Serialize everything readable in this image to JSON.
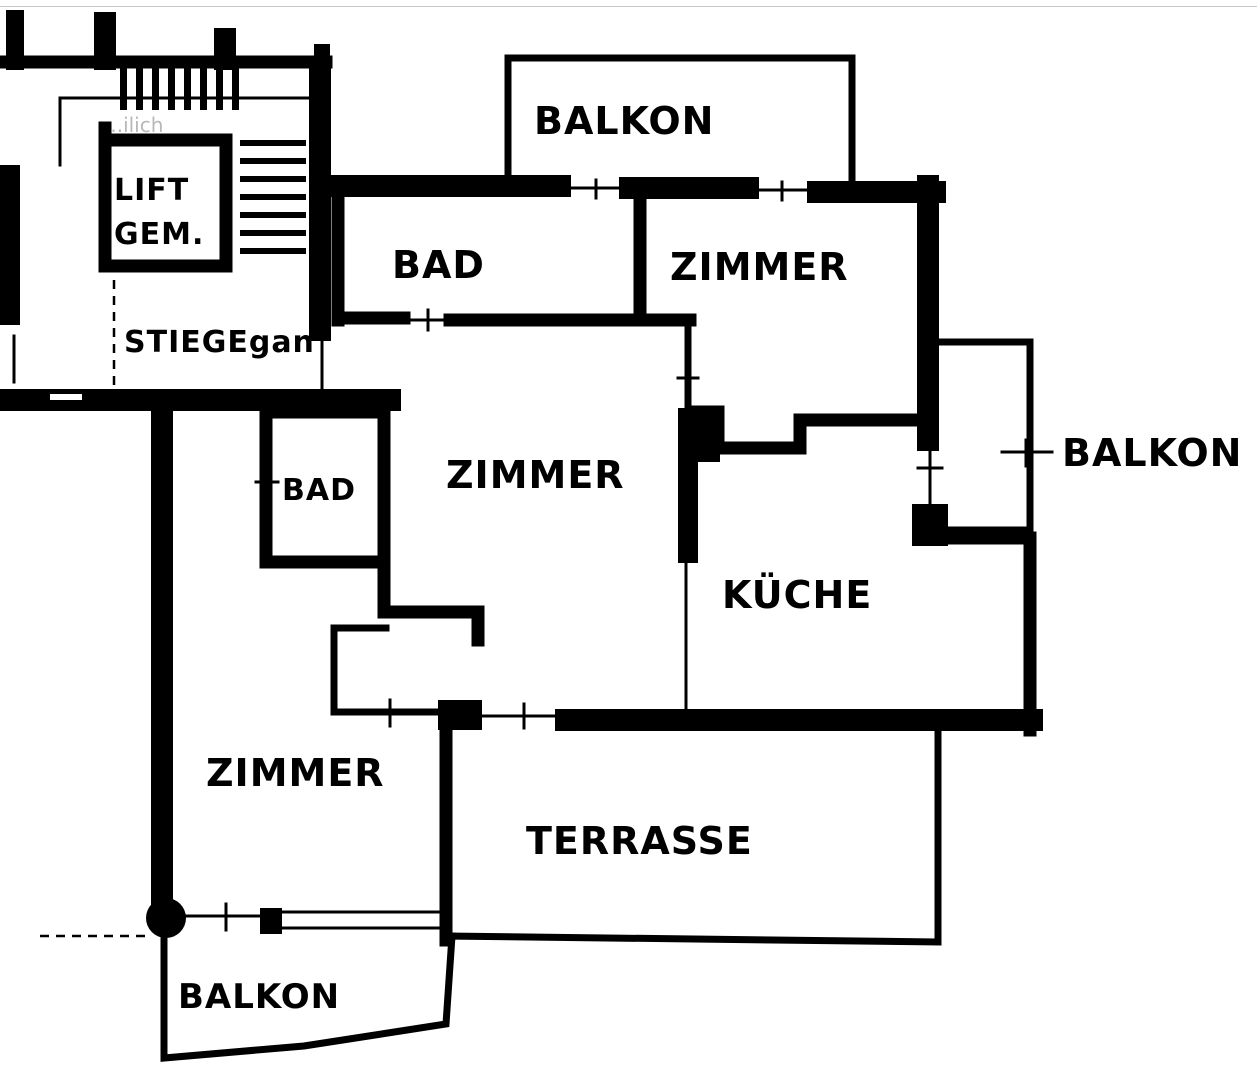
{
  "floor_plan": {
    "rooms": {
      "balkon_top": "BALKON",
      "bad_top": "BAD",
      "zimmer_top": "ZIMMER",
      "lift": "LIFT",
      "lift_sub": "GEM.",
      "stiege": "STIEGEgan",
      "balkon_right": "BALKON",
      "bad_small": "BAD",
      "zimmer_center": "ZIMMER",
      "kueche": "KÜCHE",
      "zimmer_left": "ZIMMER",
      "terrasse": "TERRASSE",
      "balkon_bottom": "BALKON"
    },
    "faded_text": "...ilich"
  }
}
